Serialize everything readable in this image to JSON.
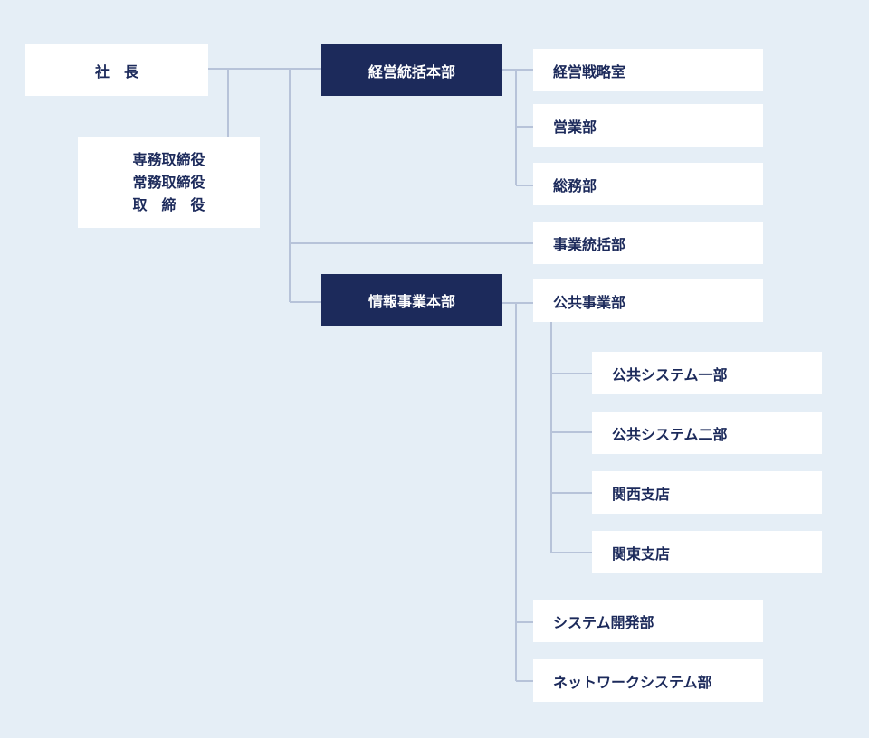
{
  "chart": {
    "president": "社　長",
    "directors": [
      "専務取締役",
      "常務取締役",
      "取　締　役"
    ],
    "management_hq": {
      "label": "経営統括本部",
      "departments": [
        "経営戦略室",
        "営業部",
        "総務部"
      ]
    },
    "business_dept": "事業統括部",
    "info_hq": {
      "label": "情報事業本部",
      "public_dept": {
        "label": "公共事業部",
        "sub_units": [
          "公共システム一部",
          "公共システム二部",
          "関西支店",
          "関東支店"
        ]
      },
      "departments": [
        "システム開発部",
        "ネットワークシステム部"
      ]
    }
  }
}
